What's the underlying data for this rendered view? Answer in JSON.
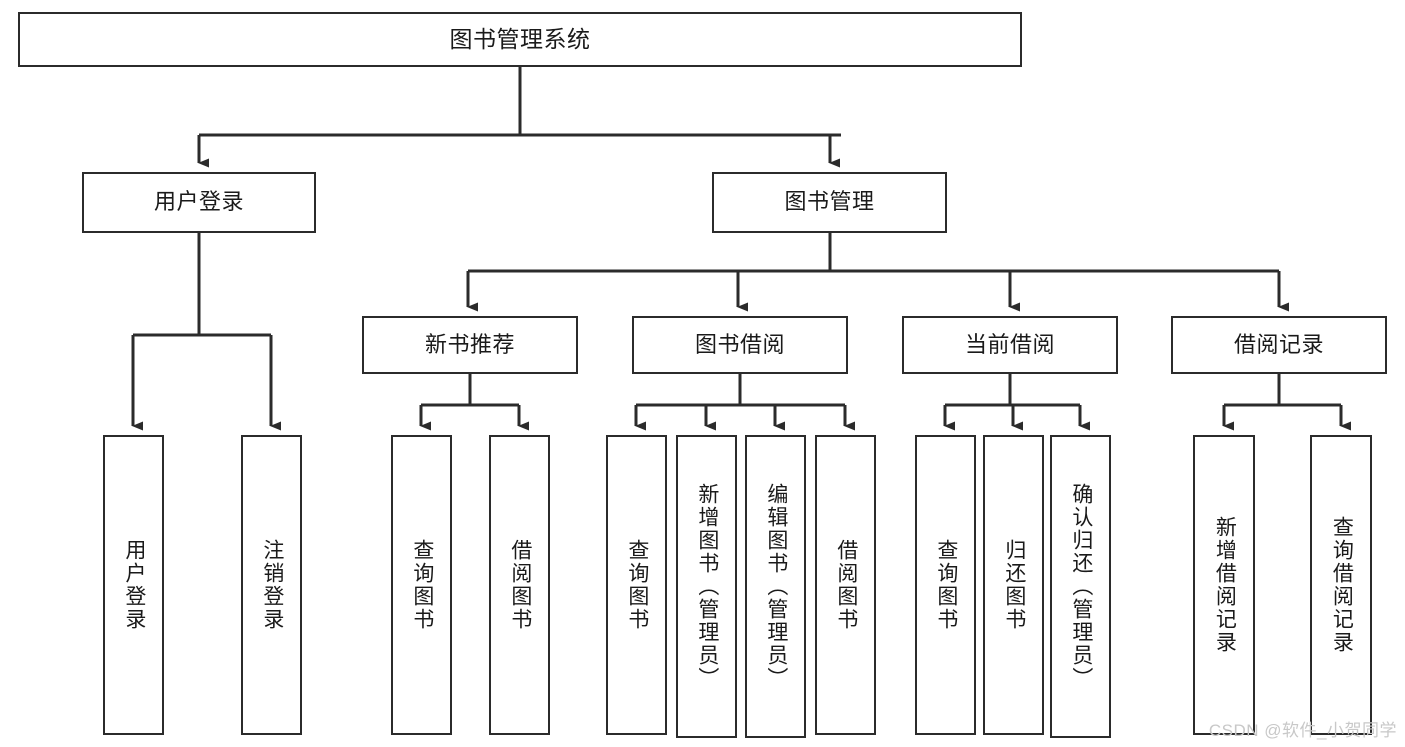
{
  "diagram": {
    "type": "tree-hierarchy",
    "title": "图书管理系统",
    "watermark": "CSDN @软件_小贺同学",
    "colors": {
      "stroke": "#2b2b2b",
      "fill": "#ffffff",
      "text": "#1a1a1a",
      "watermark": "#c8c8c8"
    },
    "nodes": {
      "root": {
        "label": "图书管理系统",
        "orientation": "horizontal"
      },
      "level2": [
        {
          "id": "user-login",
          "label": "用户登录",
          "orientation": "horizontal"
        },
        {
          "id": "book-manage",
          "label": "图书管理",
          "orientation": "horizontal"
        }
      ],
      "level3": [
        {
          "id": "new-book-recommend",
          "label": "新书推荐",
          "orientation": "horizontal"
        },
        {
          "id": "book-borrow",
          "label": "图书借阅",
          "orientation": "horizontal"
        },
        {
          "id": "current-borrow",
          "label": "当前借阅",
          "orientation": "horizontal"
        },
        {
          "id": "borrow-record",
          "label": "借阅记录",
          "orientation": "horizontal"
        }
      ],
      "leaves": {
        "user-login": [
          {
            "id": "leaf-user-login",
            "label": "用户登录",
            "orientation": "vertical"
          },
          {
            "id": "leaf-user-logout",
            "label": "注销登录",
            "orientation": "vertical"
          }
        ],
        "new-book-recommend": [
          {
            "id": "leaf-query-book-1",
            "label": "查询图书",
            "orientation": "vertical"
          },
          {
            "id": "leaf-borrow-book-1",
            "label": "借阅图书",
            "orientation": "vertical"
          }
        ],
        "book-borrow": [
          {
            "id": "leaf-query-book-2",
            "label": "查询图书",
            "orientation": "vertical"
          },
          {
            "id": "leaf-add-book",
            "label": "新增图书（管理员）",
            "orientation": "vertical"
          },
          {
            "id": "leaf-edit-book",
            "label": "编辑图书（管理员）",
            "orientation": "vertical"
          },
          {
            "id": "leaf-borrow-book-2",
            "label": "借阅图书",
            "orientation": "vertical"
          }
        ],
        "current-borrow": [
          {
            "id": "leaf-query-book-3",
            "label": "查询图书",
            "orientation": "vertical"
          },
          {
            "id": "leaf-return-book",
            "label": "归还图书",
            "orientation": "vertical"
          },
          {
            "id": "leaf-confirm-return",
            "label": "确认归还（管理员）",
            "orientation": "vertical"
          }
        ],
        "borrow-record": [
          {
            "id": "leaf-add-record",
            "label": "新增借阅记录",
            "orientation": "vertical"
          },
          {
            "id": "leaf-query-record",
            "label": "查询借阅记录",
            "orientation": "vertical"
          }
        ]
      }
    }
  }
}
